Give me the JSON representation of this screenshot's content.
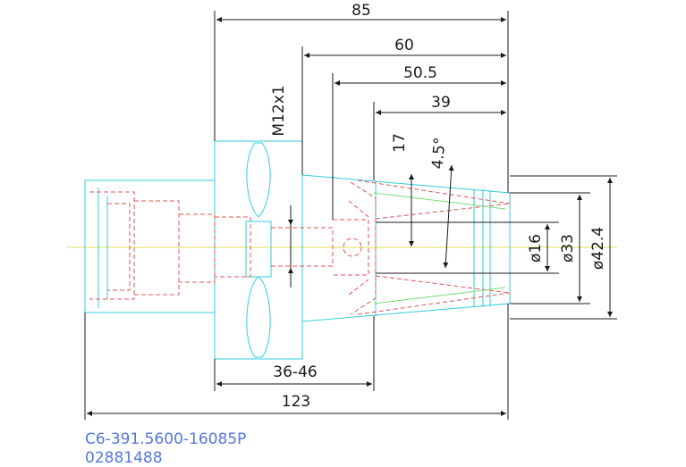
{
  "dimensions": {
    "len_85": "85",
    "len_60": "60",
    "len_50_5": "50.5",
    "len_39": "39",
    "len_17": "17",
    "angle": "4.5°",
    "thread": "M12x1",
    "dia_16": "ø16",
    "dia_33": "ø33",
    "dia_42_4": "ø42.4",
    "range_36_46": "36-46",
    "len_123": "123"
  },
  "part": {
    "number": "C6-391.5600-16085P",
    "code": "02881488"
  },
  "colors": {
    "outline": "#33ccdd",
    "hidden": "#e05555",
    "centerline": "#dddd55",
    "dimension": "#1a1a1a",
    "part_text": "#5577dd",
    "accent_green": "#77dd77"
  }
}
